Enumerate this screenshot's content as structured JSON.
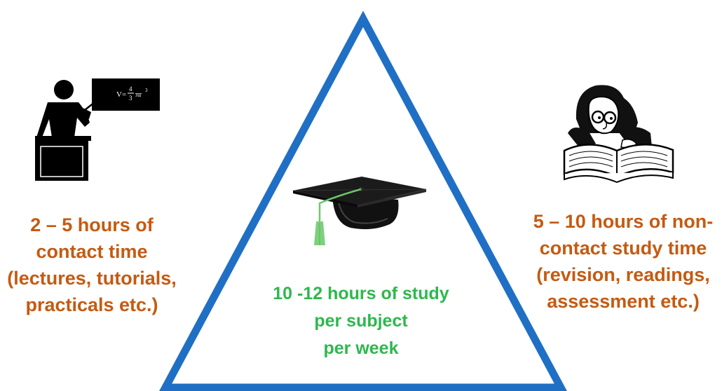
{
  "center": {
    "lines": [
      "10 -12 hours of study",
      "per subject",
      "per week"
    ],
    "color": "#2db84d"
  },
  "left": {
    "lines": [
      "2 – 5 hours of",
      "contact time",
      "(lectures, tutorials,",
      "practicals etc.)"
    ],
    "color": "#c55a11"
  },
  "right": {
    "lines": [
      "5 – 10 hours of non-",
      "contact study time",
      "(revision, readings,",
      "assessment etc.)"
    ],
    "color": "#c55a11"
  },
  "blackboard_formula": "V=4/3πr³",
  "triangle_color": "#1f6fc5",
  "icons": [
    "teacher-blackboard-icon",
    "graduation-cap-icon",
    "student-reading-book-icon"
  ]
}
